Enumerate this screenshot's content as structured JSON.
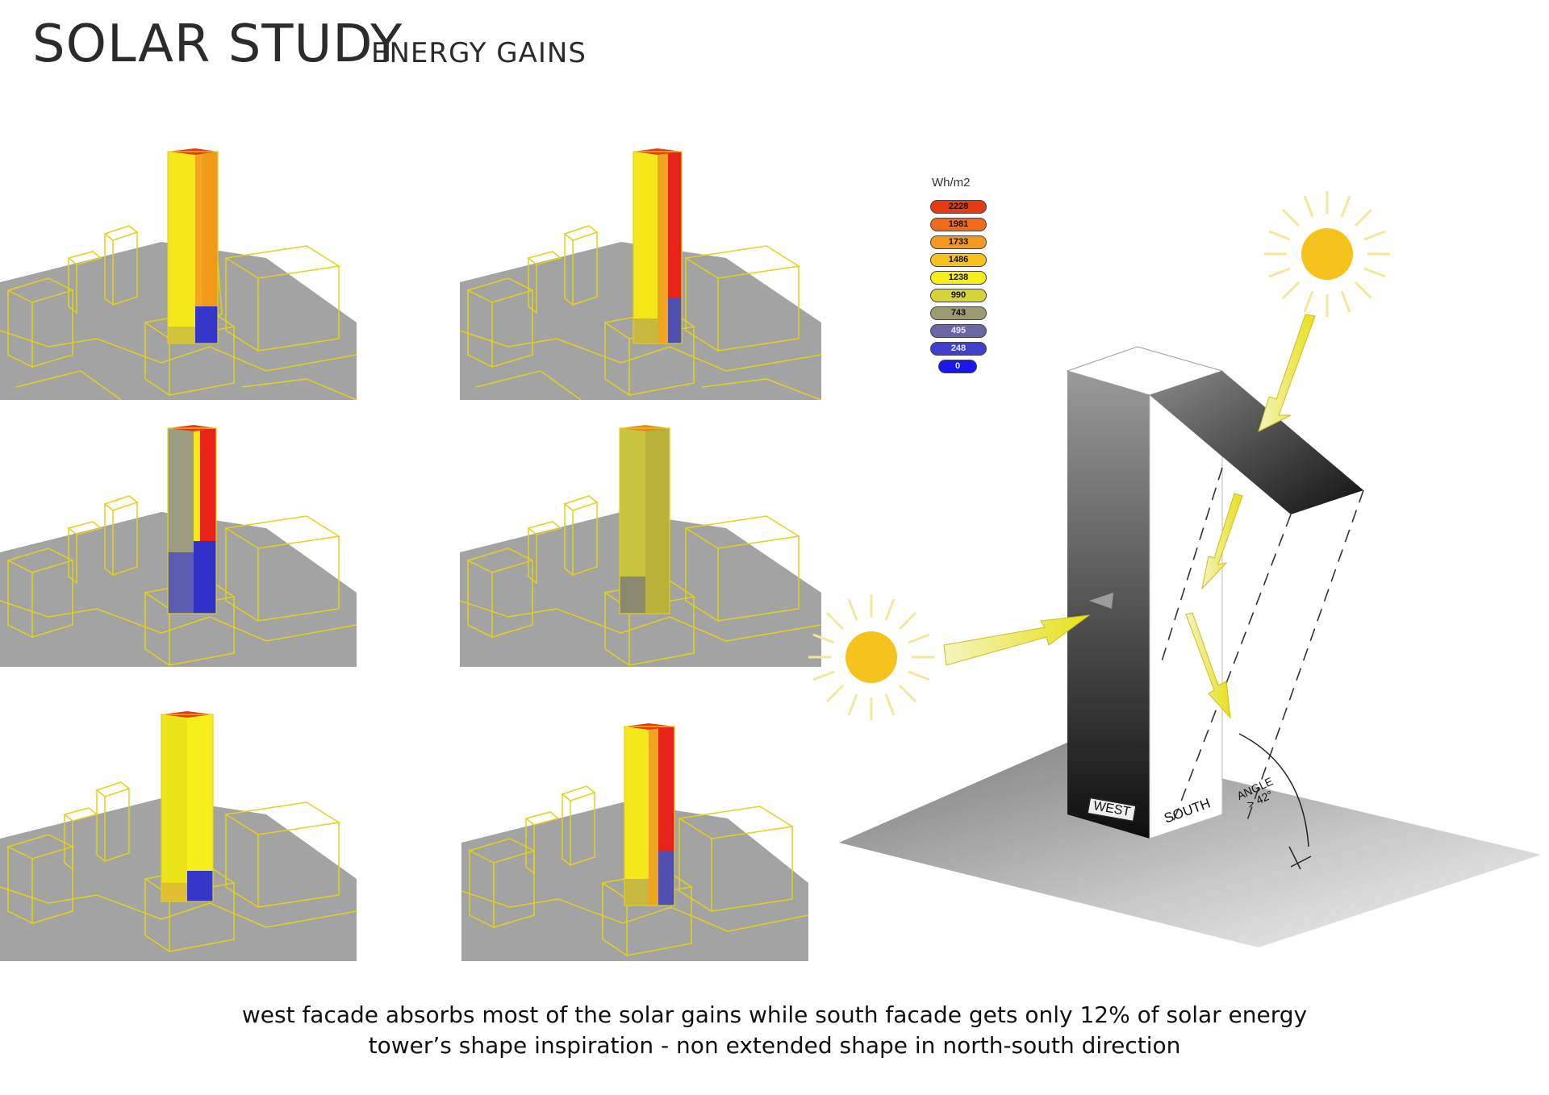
{
  "header": {
    "title": "SOLAR STUDY",
    "subtitle": "ENERGY GAINS"
  },
  "legend": {
    "unit": "Wh/m2",
    "items": [
      {
        "value": "2228",
        "color": "#e83a12"
      },
      {
        "value": "1981",
        "color": "#f06a1a"
      },
      {
        "value": "1733",
        "color": "#f59a1e"
      },
      {
        "value": "1486",
        "color": "#f7c21e"
      },
      {
        "value": "1238",
        "color": "#f5ee1a"
      },
      {
        "value": "990",
        "color": "#d6d33a"
      },
      {
        "value": "743",
        "color": "#9c9a72"
      },
      {
        "value": "495",
        "color": "#6b66a4"
      },
      {
        "value": "248",
        "color": "#4040cc"
      },
      {
        "value": "0",
        "color": "#1818ee"
      }
    ]
  },
  "diagram": {
    "west_label": "WEST",
    "south_label": "SOUTH",
    "angle_label_1": "ANGLE",
    "angle_label_2": "> 42°"
  },
  "caption": {
    "line1": "west facade absorbs most of the solar gains while south facade gets only 12% of solar energy",
    "line2": "tower’s shape inspiration - non extended shape in north-south direction"
  },
  "colors": {
    "context_gray": "#a3a3a3",
    "wire": "#e2d21a",
    "sun": "#f5c21e"
  }
}
